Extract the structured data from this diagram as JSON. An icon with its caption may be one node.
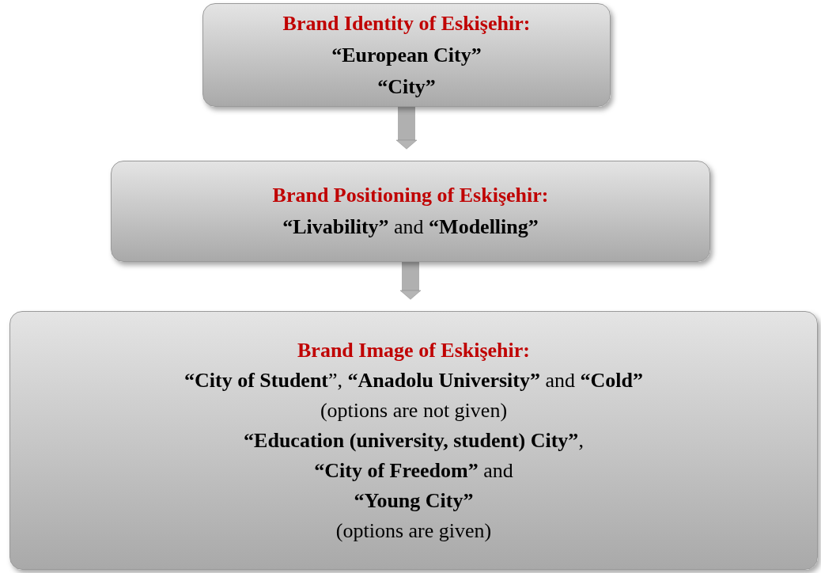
{
  "diagram": {
    "nodes": [
      {
        "text": [
          "Brand Identity of Eskişehir:",
          "**“European City”**",
          "**“City”**"
        ]
      },
      {
        "text": [
          "Brand Positioning of Eskişehir:",
          "**“Livability”** and **“Modelling”**"
        ]
      },
      {
        "text": [
          "Brand Image of Eskişehir:",
          "**“City of Student**”, **“Anadolu University”** and **“Cold”**",
          "(options are not given)",
          "**“Education (university, student) City”**,",
          "**“City of Freedom”** and",
          "**“Young City”**",
          "(options are given)"
        ]
      }
    ],
    "edges": [
      {
        "from": 0,
        "to": 1,
        "arrow": "to"
      },
      {
        "from": 1,
        "to": 2,
        "arrow": "to"
      }
    ]
  }
}
